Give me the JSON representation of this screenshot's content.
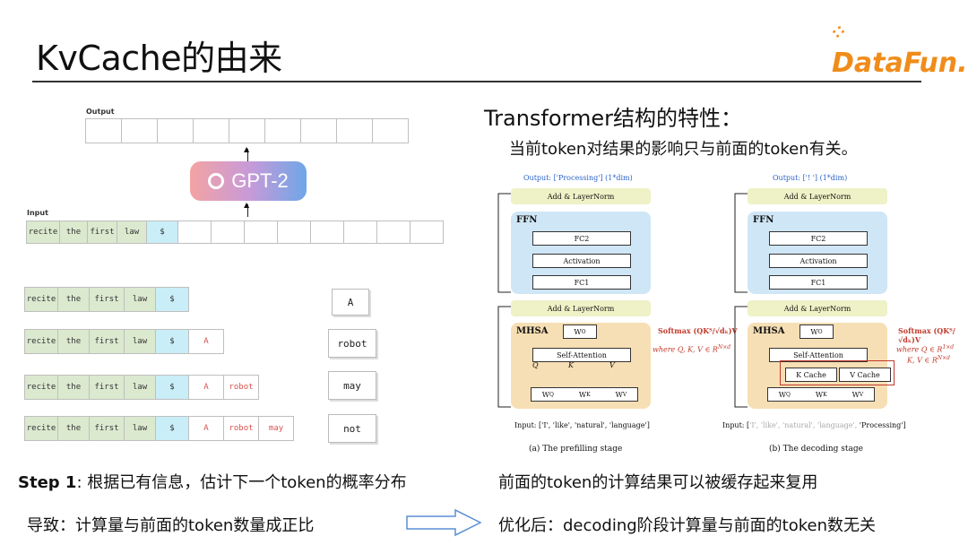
{
  "header": {
    "title": "KvCache的由来",
    "logo_text": "DataFun.",
    "accent": "#f08c1a"
  },
  "left": {
    "output_label": "Output",
    "input_label": "Input",
    "model_name": "GPT-2",
    "input_tokens": [
      "recite",
      "the",
      "first",
      "law",
      "$"
    ],
    "steps": [
      {
        "tokens": [
          "recite",
          "the",
          "first",
          "law",
          "$"
        ],
        "generated": [],
        "prediction": "A"
      },
      {
        "tokens": [
          "recite",
          "the",
          "first",
          "law",
          "$"
        ],
        "generated": [
          "A"
        ],
        "prediction": "robot"
      },
      {
        "tokens": [
          "recite",
          "the",
          "first",
          "law",
          "$"
        ],
        "generated": [
          "A",
          "robot"
        ],
        "prediction": "may"
      },
      {
        "tokens": [
          "recite",
          "the",
          "first",
          "law",
          "$"
        ],
        "generated": [
          "A",
          "robot",
          "may"
        ],
        "prediction": "not"
      }
    ],
    "step_prefix": "Step 1",
    "step_text": ": 根据已有信息，估计下一个token的概率分布",
    "consequence": "导致：计算量与前面的token数量成正比"
  },
  "right": {
    "heading": "Transformer结构的特性：",
    "subheading": "当前token对结果的影响只与前面的token有关。",
    "caption_reuse": "前面的token的计算结果可以被缓存起来复用",
    "optimized": "优化后：decoding阶段计算量与前面的token数无关"
  },
  "diagram": {
    "a": {
      "output": "Output: ['Processing'] (1*dim)",
      "add_norm_top": "Add & LayerNorm",
      "ffn": "FFN",
      "fc2": "FC2",
      "activation": "Activation",
      "fc1": "FC1",
      "add_norm_mid": "Add & LayerNorm",
      "mhsa": "MHSA",
      "wo": "W",
      "wo_sub": "O",
      "self_attention": "Self-Attention",
      "q": "Q",
      "k": "K",
      "v": "V",
      "wq": "W",
      "wq_sub": "Q",
      "wk": "W",
      "wk_sub": "K",
      "wv": "W",
      "wv_sub": "V",
      "softmax": "Softmax",
      "where": "where Q, K, V ∈ R",
      "where_sup": "N×d",
      "input": "Input: ['I', 'like', 'natural', 'language']",
      "caption": "(a) The prefilling stage"
    },
    "b": {
      "output": "Output: ['! '] (1*dim)",
      "add_norm_top": "Add & LayerNorm",
      "ffn": "FFN",
      "fc2": "FC2",
      "activation": "Activation",
      "fc1": "FC1",
      "add_norm_mid": "Add & LayerNorm",
      "mhsa": "MHSA",
      "self_attention": "Self-Attention",
      "k_cache": "K Cache",
      "v_cache": "V Cache",
      "softmax": "Softmax",
      "where": "where Q ∈ R",
      "where_sup": "1×d",
      "where2": "K, V ∈ R",
      "where2_sup": "N×d",
      "input_prefix": "Input: [",
      "input_faded": "'I', 'like', 'natural', 'language',",
      "input_new": " 'Processing']",
      "caption": "(b) The decoding stage"
    }
  }
}
